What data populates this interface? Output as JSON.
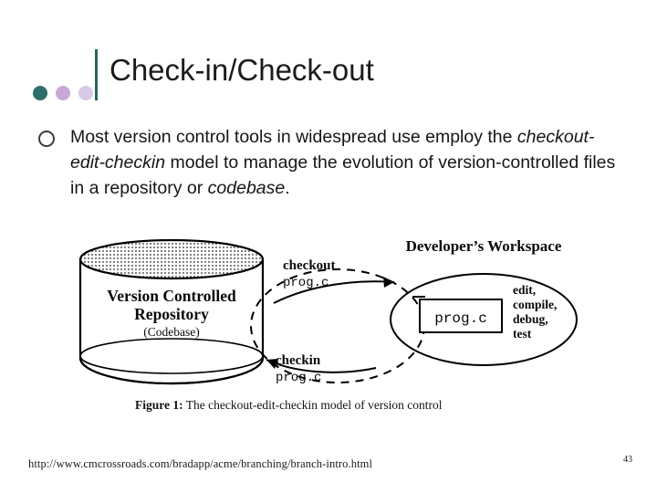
{
  "slide": {
    "title": "Check-in/Check-out",
    "page_number": "43",
    "footer_url": "http://www.cmcrossroads.com/bradapp/acme/branching/branch-intro.html",
    "decor_dot_colors": [
      "#2f6f6b",
      "#c7a8d6",
      "#d9c9e4"
    ],
    "accent_color": "#2a6360"
  },
  "body": {
    "bullet": {
      "part1": "Most version control tools in widespread use employ the ",
      "emphasis1": "checkout-edit-checkin",
      "part2": " model to manage the evolution of version-controlled files in a repository or ",
      "emphasis2": "codebase",
      "part3": "."
    }
  },
  "figure": {
    "caption_label": "Figure 1:",
    "caption_text": " The checkout-edit-checkin model of version control",
    "repository_line1": "Version Controlled",
    "repository_line2": "Repository",
    "repository_line3": "(Codebase)",
    "checkout_label": "checkout",
    "checkout_file": "prog.c",
    "checkin_label": "checkin",
    "checkin_file": "prog.c",
    "workspace_title": "Developer’s Workspace",
    "workspace_file": "prog.c",
    "workspace_actions_line1": "edit,",
    "workspace_actions_line2": "compile,",
    "workspace_actions_line3": "debug,",
    "workspace_actions_line4": "test"
  }
}
